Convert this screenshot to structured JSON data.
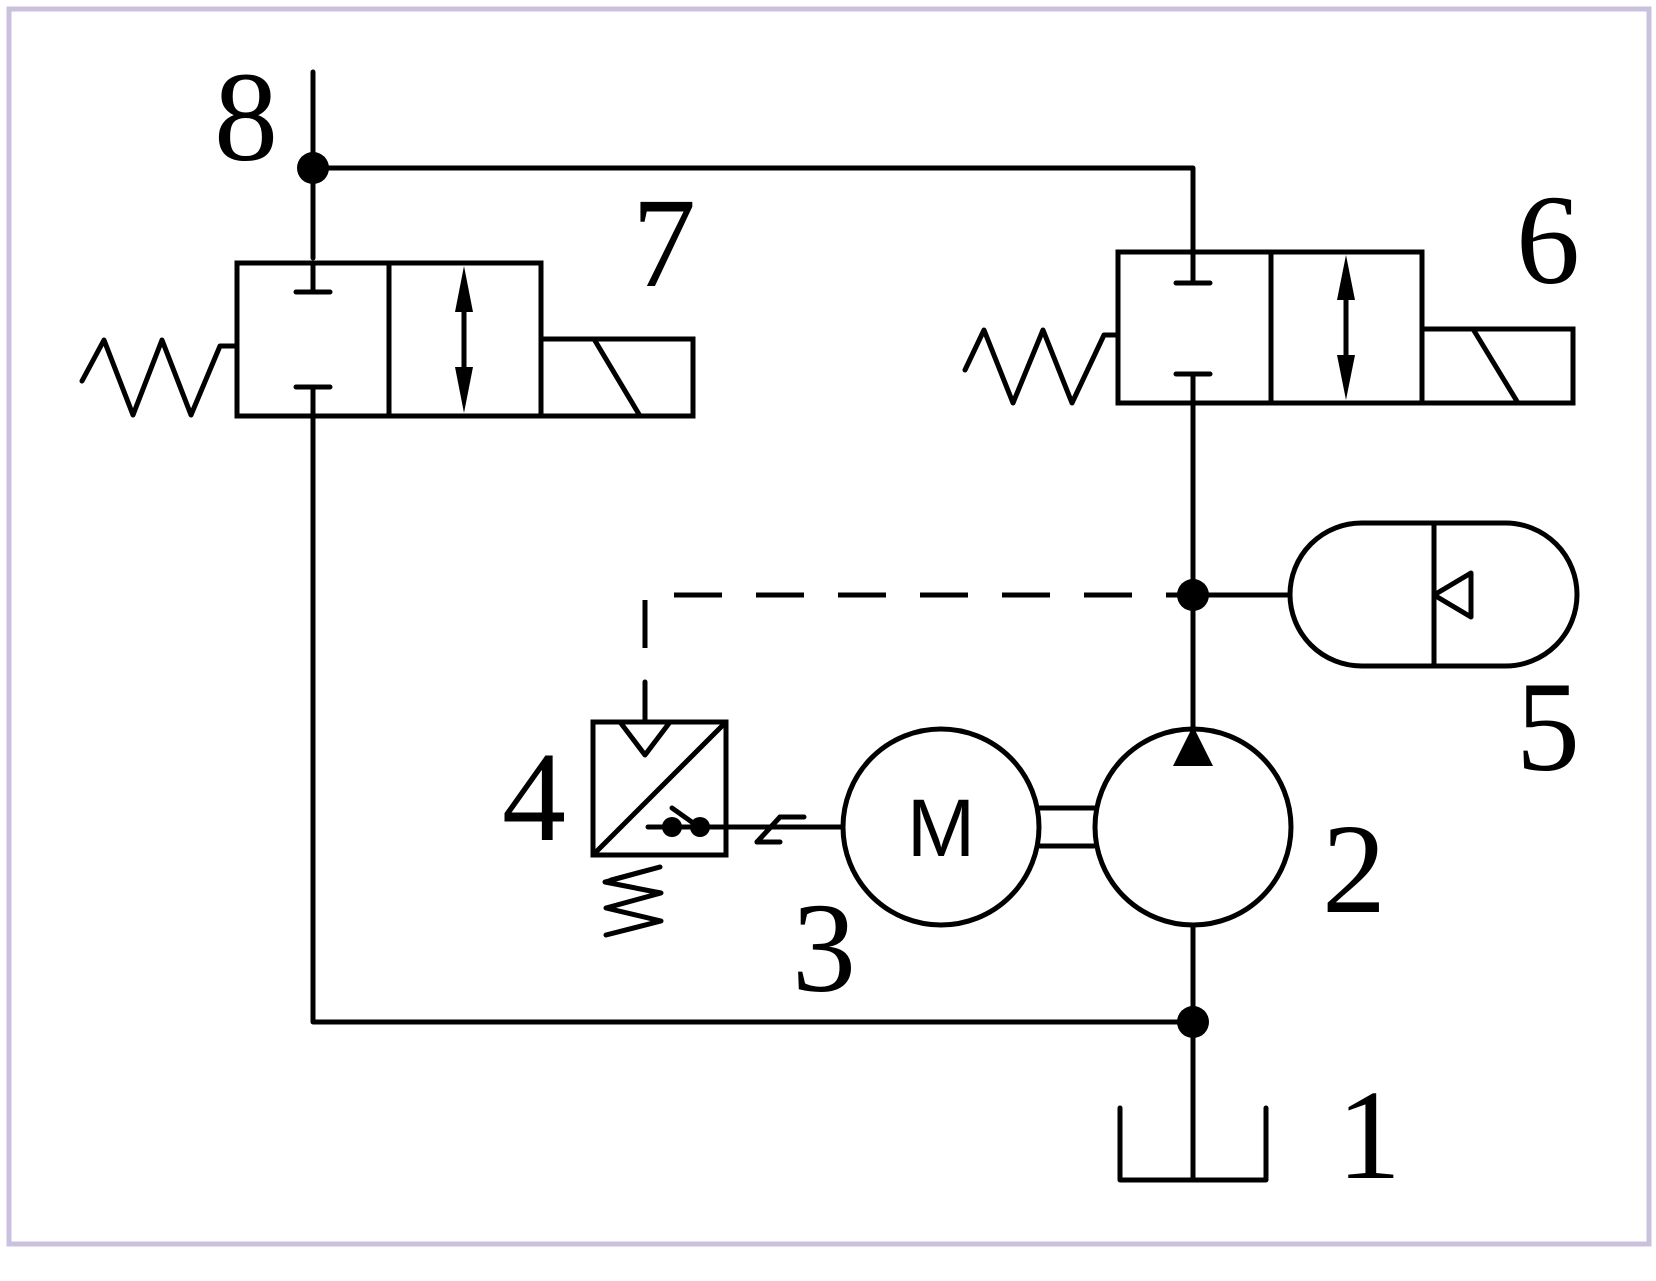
{
  "diagram": {
    "labels": {
      "tank": "1",
      "pump": "2",
      "motor": "3",
      "pressure_switch": "4",
      "accumulator": "5",
      "valve_6": "6",
      "valve_7": "7",
      "outlet_port": "8"
    },
    "motor_symbol": "M"
  },
  "colors": {
    "frame": "#c9c1dd",
    "line": "#000000"
  }
}
